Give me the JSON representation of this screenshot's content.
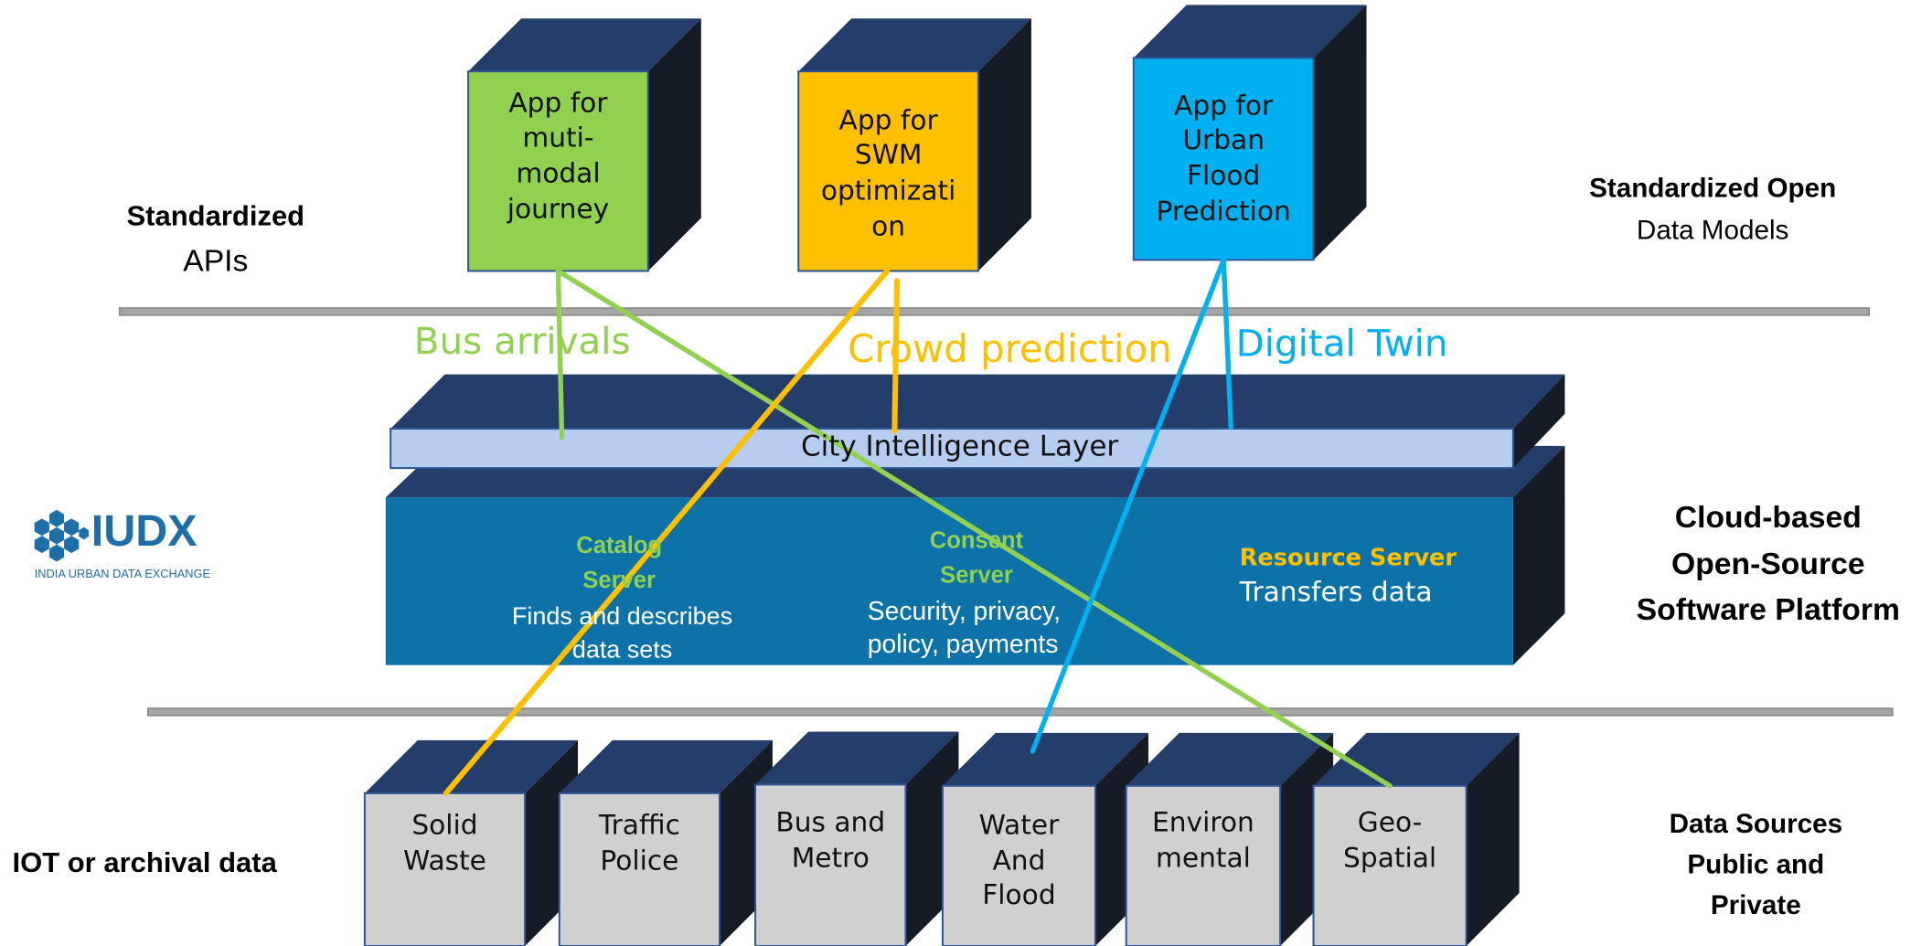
{
  "apps": [
    {
      "label": "App for\nmuti-\nmodal\njourney",
      "color": "#92d050"
    },
    {
      "label": "App for\nSWM\noptimizati\non",
      "color": "#ffc000"
    },
    {
      "label": "App for\nUrban\nFlood\nPrediction",
      "color": "#00b0f0"
    }
  ],
  "left_labels": {
    "apis_bold": "Standardized",
    "apis_rest": "APIs",
    "iot": "IOT or archival data"
  },
  "right_labels": {
    "models_bold": "Standardized Open",
    "models_rest": "Data Models",
    "platform": "Cloud-based\nOpen-Source\nSoftware Platform",
    "sources": "Data Sources\nPublic and\nPrivate"
  },
  "links": {
    "bus": "Bus arrivals",
    "crowd": "Crowd prediction",
    "twin": "Digital Twin"
  },
  "platform": {
    "intelligence_layer": "City Intelligence Layer",
    "catalog_title": "Catalog\nServer",
    "catalog_desc": "Finds and describes\ndata sets",
    "consent_title": "Consent\nServer",
    "consent_desc": "Security, privacy,\npolicy, payments",
    "resource_title": "Resource Server",
    "resource_desc": "Transfers data"
  },
  "logo": {
    "name": "IUDX",
    "tagline": "INDIA URBAN DATA EXCHANGE"
  },
  "sources": [
    "Solid\nWaste",
    "Traffic\nPolice",
    "Bus and\nMetro",
    "Water\nAnd\nFlood",
    "Environ\nmental",
    "Geo-\nSpatial"
  ],
  "colors": {
    "green": "#92d050",
    "orange": "#ffc000",
    "blue": "#00b0f0",
    "navy": "#243d6b",
    "dark": "#161c26",
    "teal": "#0c72a8",
    "light_blue": "#b6cdf0",
    "grey_box": "#d0d0d0"
  }
}
